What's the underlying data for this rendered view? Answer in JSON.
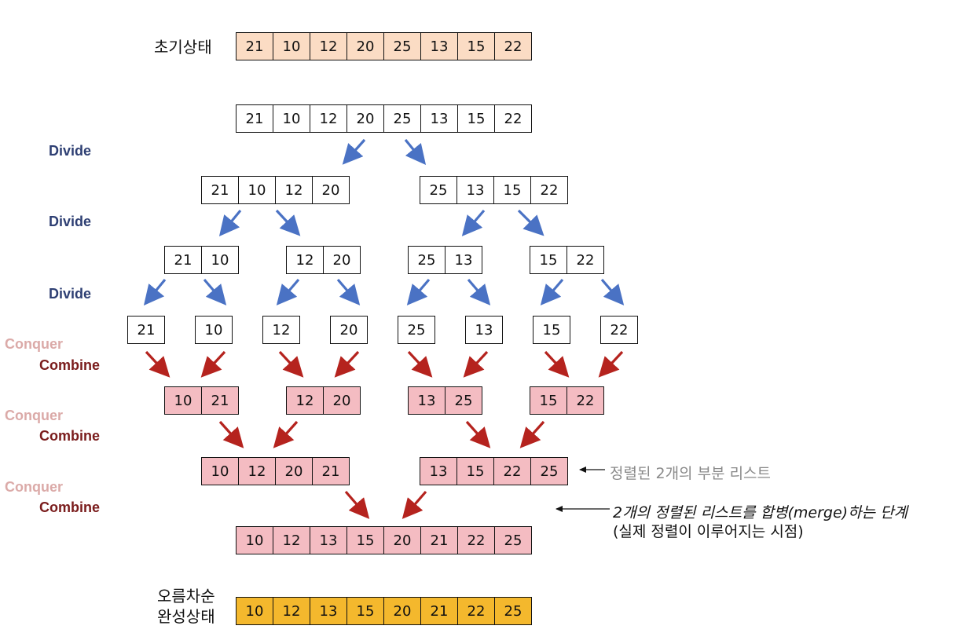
{
  "state_labels": {
    "initial": "초기상태",
    "final_line1": "오름차순",
    "final_line2": "완성상태"
  },
  "stage_labels": {
    "divide": "Divide",
    "conquer": "Conquer",
    "combine": "Combine"
  },
  "notes": {
    "sublists": "정렬된 2개의 부분 리스트",
    "merge_step": "2개의 정렬된 리스트를 합병(merge)하는 단계",
    "merge_step_sub": "(실제 정렬이 이루어지는 시점)"
  },
  "arrays": {
    "initial": [
      "21",
      "10",
      "12",
      "20",
      "25",
      "13",
      "15",
      "22"
    ],
    "level0": [
      "21",
      "10",
      "12",
      "20",
      "25",
      "13",
      "15",
      "22"
    ],
    "level1": [
      [
        "21",
        "10",
        "12",
        "20"
      ],
      [
        "25",
        "13",
        "15",
        "22"
      ]
    ],
    "level2": [
      [
        "21",
        "10"
      ],
      [
        "12",
        "20"
      ],
      [
        "25",
        "13"
      ],
      [
        "15",
        "22"
      ]
    ],
    "level3": [
      "21",
      "10",
      "12",
      "20",
      "25",
      "13",
      "15",
      "22"
    ],
    "merge1": [
      [
        "10",
        "21"
      ],
      [
        "12",
        "20"
      ],
      [
        "13",
        "25"
      ],
      [
        "15",
        "22"
      ]
    ],
    "merge2": [
      [
        "10",
        "12",
        "20",
        "21"
      ],
      [
        "13",
        "15",
        "22",
        "25"
      ]
    ],
    "merge3": [
      "10",
      "12",
      "13",
      "15",
      "20",
      "21",
      "22",
      "25"
    ],
    "final": [
      "10",
      "12",
      "13",
      "15",
      "20",
      "21",
      "22",
      "25"
    ]
  },
  "colors": {
    "initial_fill": "#fbdcc4",
    "merged_fill": "#f4bcc2",
    "final_fill": "#f4b82d",
    "divide_arrow": "#4a72c4",
    "combine_arrow": "#b5231e",
    "divide_text": "#2e3f73",
    "conquer_text": "#dbaaa8",
    "combine_text": "#7a1c1c",
    "note_gray": "#8a8a8a"
  }
}
